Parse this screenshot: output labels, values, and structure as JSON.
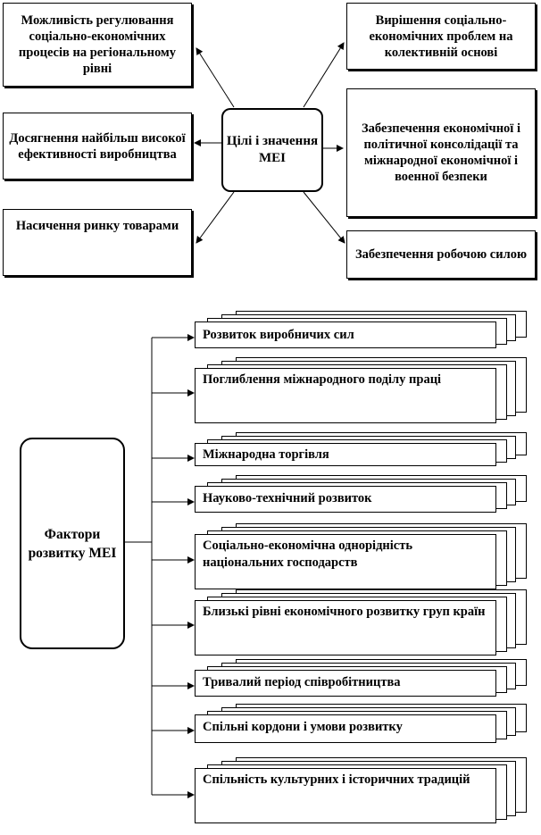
{
  "goals": {
    "center": "Цілі і значення МЕІ",
    "left": [
      "Можливість регулювання соціально-економічних процесів на регіональному рівні",
      "Досягнення найбільш високої ефективності виробництва",
      "Насичення ринку товарами"
    ],
    "right": [
      "Вирішення соціально-економічних проблем на колективній основі",
      "Забезпечення економічної і політичної консолідації та міжнародної економічної і военної безпеки",
      "Забезпечення робочою силою"
    ]
  },
  "factors": {
    "center": "Фактори розвитку МЕІ",
    "items": [
      "Розвиток виробничих сил",
      "Поглиблення міжнародного поділу праці",
      "Міжнародна торгівля",
      "Науково-технічний розвиток",
      "Соціально-економічна однорідність національних господарств",
      "Близькі рівні економічного розвитку груп країн",
      "Тривалий період співробітництва",
      "Спільні кордони і умови розвитку",
      "Спільність культурних і історичних традицій"
    ]
  }
}
